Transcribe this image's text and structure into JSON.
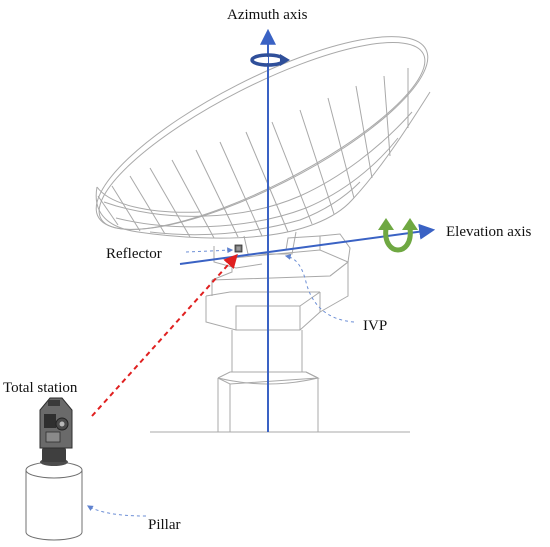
{
  "labels": {
    "azimuth_axis": "Azimuth axis",
    "elevation_axis": "Elevation axis",
    "reflector": "Reflector",
    "ivp": "IVP",
    "total_station": "Total station",
    "pillar": "Pillar"
  },
  "colors": {
    "axis_line": "#3a62c4",
    "azimuth_arrow": "#2f4f9a",
    "elevation_arrow": "#6fa842",
    "laser_line": "#e02020",
    "leader_line": "#6d8fd6",
    "outline": "#a9a9a9",
    "instrument": "#555555"
  },
  "icons": {
    "azimuth_rotation": "rotation-arrow-icon",
    "elevation_rotation": "rotation-arrow-icon",
    "total_station": "total-station-icon",
    "reflector": "reflector-prism-icon"
  }
}
